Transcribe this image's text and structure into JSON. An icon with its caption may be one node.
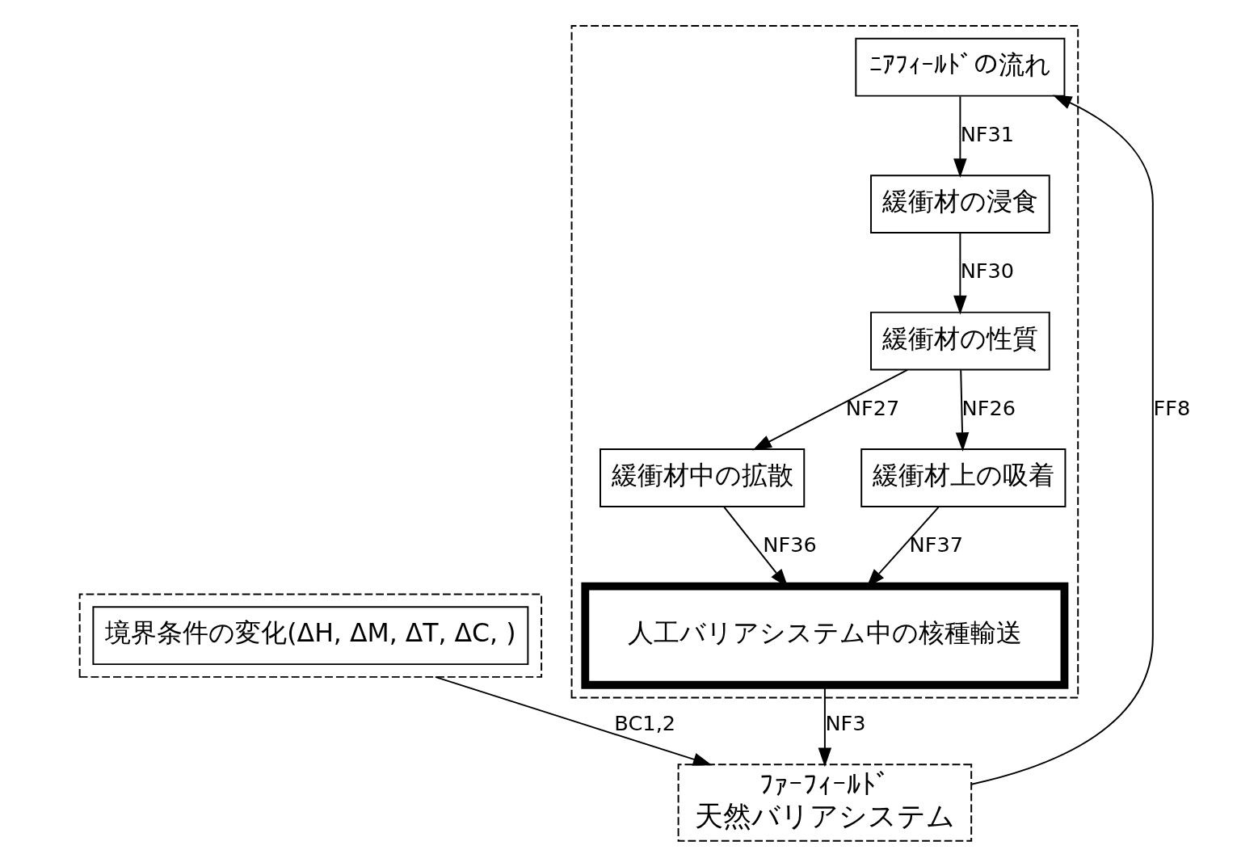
{
  "diagram": {
    "nodes": [
      {
        "text": [],
        "shape": "box"
      },
      {
        "text": [
          "境界条件の変化(ΔH, ΔM, ΔT, ΔC, )"
        ],
        "in": 0
      },
      {
        "text": [
          "ﾌｧｰﾌｨｰﾙﾄﾞ",
          "天然バリアシステム"
        ]
      },
      {
        "text": [],
        "shape": "box"
      },
      {
        "text": [
          "緩衝材の性質"
        ],
        "in": 3
      },
      {
        "text": [
          "緩衝材中の拡散"
        ],
        "in": 3
      },
      {
        "text": [
          "緩衝材の浸食"
        ],
        "in": 3
      },
      {
        "text": [
          "緩衝材上の吸着"
        ],
        "in": 3
      },
      {
        "text": [
          "ﾆｱﾌｨｰﾙﾄﾞの流れ"
        ],
        "in": 3
      },
      {
        "text": [
          "人工バリアシステム中の核種輸送"
        ],
        "in": 3
      }
    ],
    "edges": [
      {
        "from": 0,
        "to": 2,
        "arrow": "to",
        "label": "BC1,2"
      },
      {
        "from": 4,
        "to": 5,
        "arrow": "to",
        "label": "NF27"
      },
      {
        "from": 4,
        "to": 7,
        "arrow": "to",
        "label": "NF26"
      },
      {
        "from": 6,
        "to": 4,
        "arrow": "to",
        "label": "NF30"
      },
      {
        "from": 8,
        "to": 6,
        "arrow": "to",
        "label": "NF31"
      },
      {
        "from": 2,
        "to": 8,
        "arrow": "to",
        "label": "FF8"
      },
      {
        "from": 7,
        "to": 9,
        "arrow": "to",
        "label": "NF37"
      },
      {
        "from": 5,
        "to": 9,
        "arrow": "to",
        "label": "NF36"
      },
      {
        "from": 9,
        "to": 2,
        "arrow": "to",
        "label": "NF3"
      }
    ]
  }
}
